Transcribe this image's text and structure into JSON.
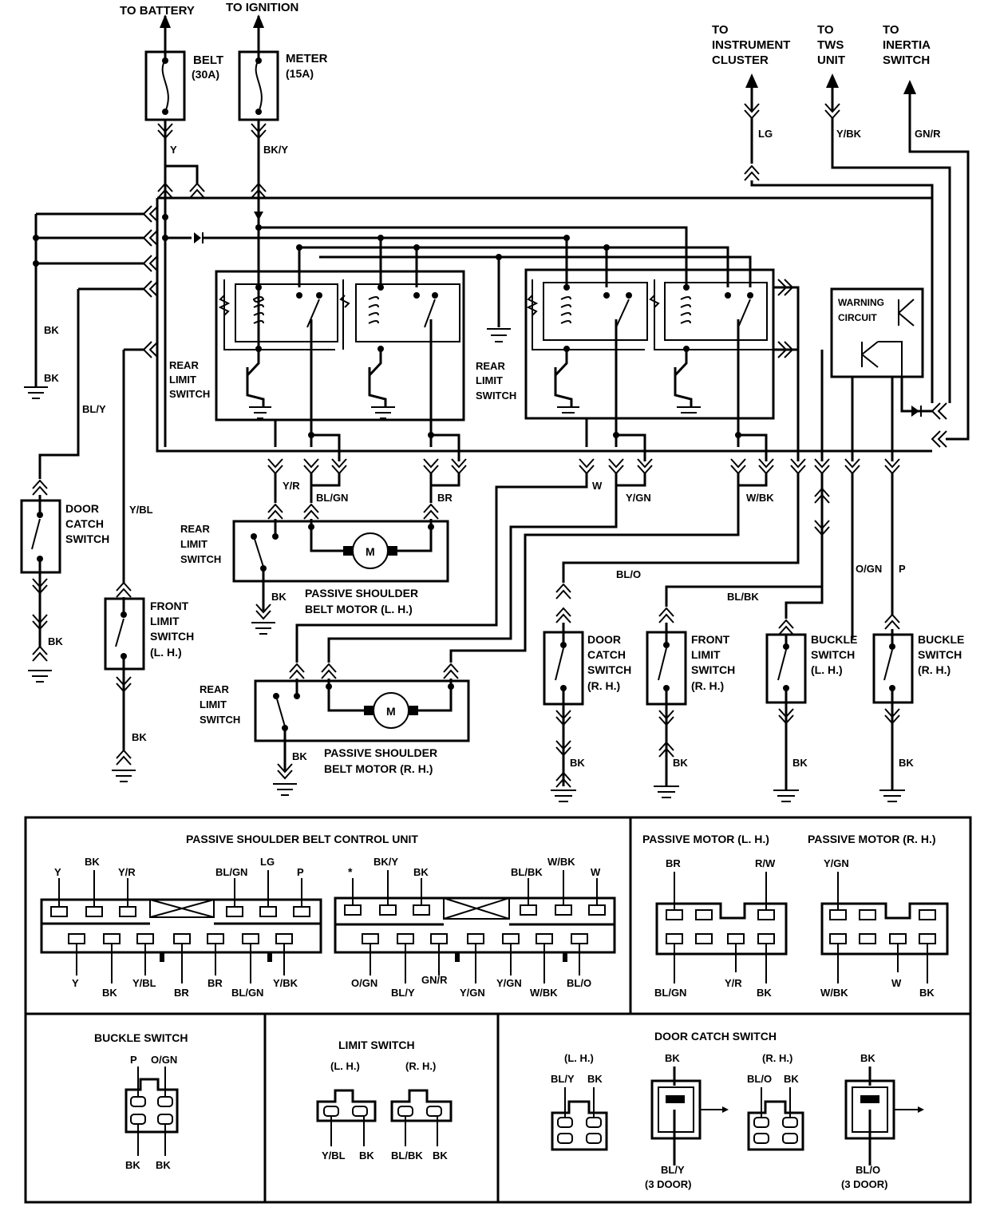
{
  "top": {
    "battery": "TO BATTERY",
    "ignition": "TO IGNITION",
    "fuse_belt": [
      "BELT",
      "(30A)"
    ],
    "fuse_meter": [
      "METER",
      "(15A)"
    ],
    "wire_y": "Y",
    "wire_bky": "BK/Y",
    "to_cluster": [
      "TO",
      "INSTRUMENT",
      "CLUSTER"
    ],
    "to_tws": [
      "TO",
      "TWS",
      "UNIT"
    ],
    "to_inertia": [
      "TO",
      "INERTIA",
      "SWITCH"
    ],
    "wire_lg": "LG",
    "wire_ybk": "Y/BK",
    "wire_gnr": "GN/R"
  },
  "unit": {
    "rear_limit_left": [
      "REAR",
      "LIMIT",
      "SWITCH"
    ],
    "rear_limit_mid": [
      "REAR",
      "LIMIT",
      "SWITCH"
    ],
    "warning": [
      "WARNING",
      "CIRCUIT"
    ]
  },
  "left_side": {
    "bk1": "BK",
    "bk2": "BK",
    "bly": "BL/Y",
    "ybl": "Y/BL",
    "door_catch_lh": [
      "DOOR",
      "CATCH",
      "SWITCH"
    ],
    "door_bk": "BK",
    "front_limit_lh": [
      "FRONT",
      "LIMIT",
      "SWITCH",
      "(L. H.)"
    ],
    "front_bk": "BK"
  },
  "lh_motor": {
    "yr": "Y/R",
    "blgn": "BL/GN",
    "br": "BR",
    "rear_limit": [
      "REAR",
      "LIMIT",
      "SWITCH"
    ],
    "bk": "BK",
    "motor": "M",
    "name": [
      "PASSIVE SHOULDER",
      "BELT MOTOR (L. H.)"
    ]
  },
  "rh_motor": {
    "w": "W",
    "ygn": "Y/GN",
    "wbk": "W/BK",
    "rear_limit": [
      "REAR",
      "LIMIT",
      "SWITCH"
    ],
    "bk": "BK",
    "motor": "M",
    "name": [
      "PASSIVE SHOULDER",
      "BELT MOTOR (R. H.)"
    ]
  },
  "right_side": {
    "blo": "BL/O",
    "blbk": "BL/BK",
    "ogn": "O/GN",
    "p": "P",
    "door_catch_rh": [
      "DOOR",
      "CATCH",
      "SWITCH",
      "(R. H.)"
    ],
    "front_limit_rh": [
      "FRONT",
      "LIMIT",
      "SWITCH",
      "(R. H.)"
    ],
    "buckle_lh": [
      "BUCKLE",
      "SWITCH",
      "(L. H.)"
    ],
    "buckle_rh": [
      "BUCKLE",
      "SWITCH",
      "(R. H.)"
    ],
    "bk_labels": [
      "BK",
      "BK",
      "BK",
      "BK"
    ]
  },
  "connectors": {
    "control_unit_title": "PASSIVE SHOULDER BELT CONTROL UNIT",
    "cu_left_top": [
      "Y",
      "BK",
      "Y/R",
      "BL/GN",
      "LG",
      "P"
    ],
    "cu_left_bottom": [
      "Y",
      "BK",
      "Y/BL",
      "BR",
      "BR",
      "BL/GN",
      "Y/BK"
    ],
    "cu_right_top": [
      "*",
      "BK/Y",
      "BK",
      "BL/BK",
      "W/BK",
      "W"
    ],
    "cu_right_bottom": [
      "O/GN",
      "BL/Y",
      "GN/R",
      "Y/GN",
      "Y/GN",
      "W/BK",
      "BL/O"
    ],
    "motor_lh_title": "PASSIVE MOTOR (L. H.)",
    "motor_lh_top": [
      "BR",
      "R/W"
    ],
    "motor_lh_bottom": [
      "BL/GN",
      "Y/R",
      "BK"
    ],
    "motor_rh_title": "PASSIVE MOTOR (R. H.)",
    "motor_rh_top": [
      "Y/GN"
    ],
    "motor_rh_bottom": [
      "W/BK",
      "W",
      "BK"
    ],
    "buckle_title": "BUCKLE SWITCH",
    "buckle_top": [
      "P",
      "O/GN"
    ],
    "buckle_bottom": [
      "BK",
      "BK"
    ],
    "limit_title": "LIMIT SWITCH",
    "limit_lh": "(L. H.)",
    "limit_rh": "(R. H.)",
    "limit_lh_bottom": [
      "Y/BL",
      "BK"
    ],
    "limit_rh_bottom": [
      "BL/BK",
      "BK"
    ],
    "door_title": "DOOR CATCH SWITCH",
    "door_lh": "(L. H.)",
    "door_lh_top": [
      "BL/Y",
      "BK"
    ],
    "door_bk1": "BK",
    "door_bly": [
      "BL/Y",
      "(3 DOOR)"
    ],
    "door_rh": "(R. H.)",
    "door_rh_top": [
      "BL/O",
      "BK"
    ],
    "door_bk2": "BK",
    "door_blo": [
      "BL/O",
      "(3 DOOR)"
    ]
  }
}
